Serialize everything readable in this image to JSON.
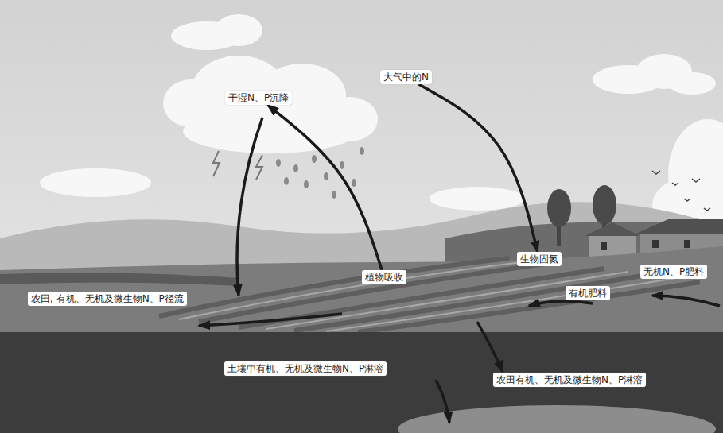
{
  "diagram": {
    "nodes": [
      {
        "text": [
          "大气中的N"
        ]
      },
      {
        "text": [
          "干湿N、P沉降"
        ]
      },
      {
        "text": [
          "生物固氮"
        ]
      },
      {
        "text": [
          "无机N、P肥料"
        ]
      },
      {
        "text": [
          "植物吸收"
        ]
      },
      {
        "text": [
          "有机肥料"
        ]
      },
      {
        "text": [
          "农田, 有机、无机及微生物N、P径流"
        ]
      },
      {
        "text": [
          "土壤中有机、无机及微生物N、P淋溶"
        ]
      },
      {
        "text": [
          "农田有机、无机及微生物N、P淋溶"
        ]
      }
    ],
    "edges": [
      {
        "from": 4,
        "to": 1,
        "arrow": "to"
      },
      {
        "from": 0,
        "to": 2,
        "arrow": "to"
      }
    ]
  }
}
